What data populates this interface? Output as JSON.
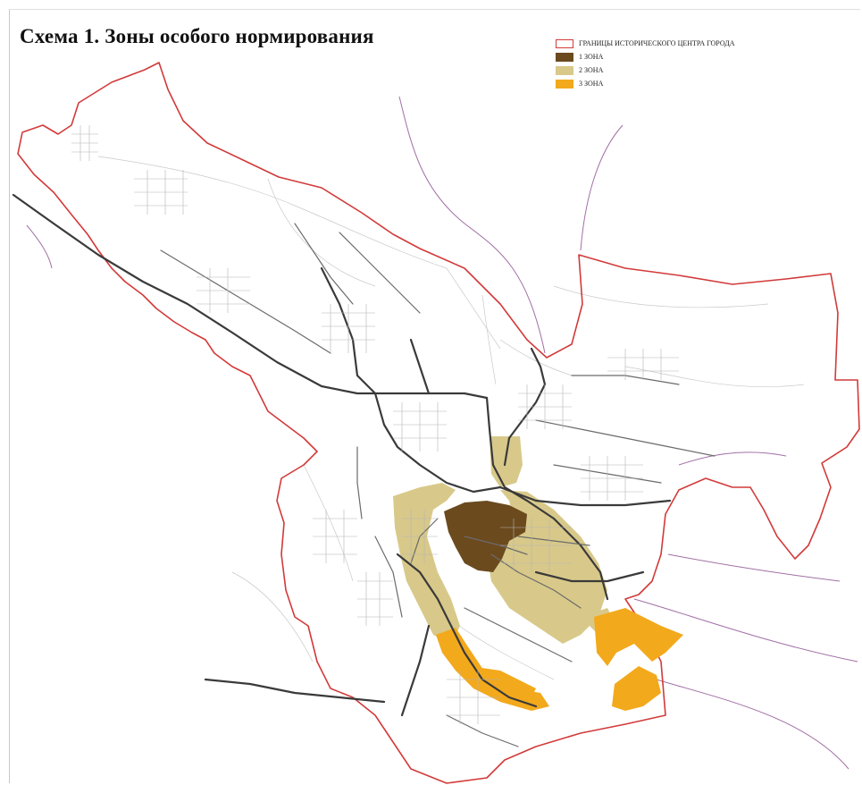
{
  "title": "Схема 1. Зоны особого нормирования",
  "legend": {
    "items": [
      {
        "label": "ГРАНИЦЫ ИСТОРИЧЕСКОГО ЦЕНТРА ГОРОДА",
        "fill": "#ffffff",
        "stroke": "#d23a3a"
      },
      {
        "label": "1 ЗОНА",
        "fill": "#6b4a1e",
        "stroke": "#6b4a1e"
      },
      {
        "label": "2 ЗОНА",
        "fill": "#d8c98a",
        "stroke": "#d8c98a"
      },
      {
        "label": "3 ЗОНА",
        "fill": "#f2a91c",
        "stroke": "#f2a91c"
      }
    ]
  },
  "colors": {
    "boundary": "#d23a3a",
    "zone1": "#6b4a1e",
    "zone2": "#d8c98a",
    "zone3": "#f2a91c",
    "roads": "#3a3a3a",
    "powerlines": "#8a4b8e"
  }
}
